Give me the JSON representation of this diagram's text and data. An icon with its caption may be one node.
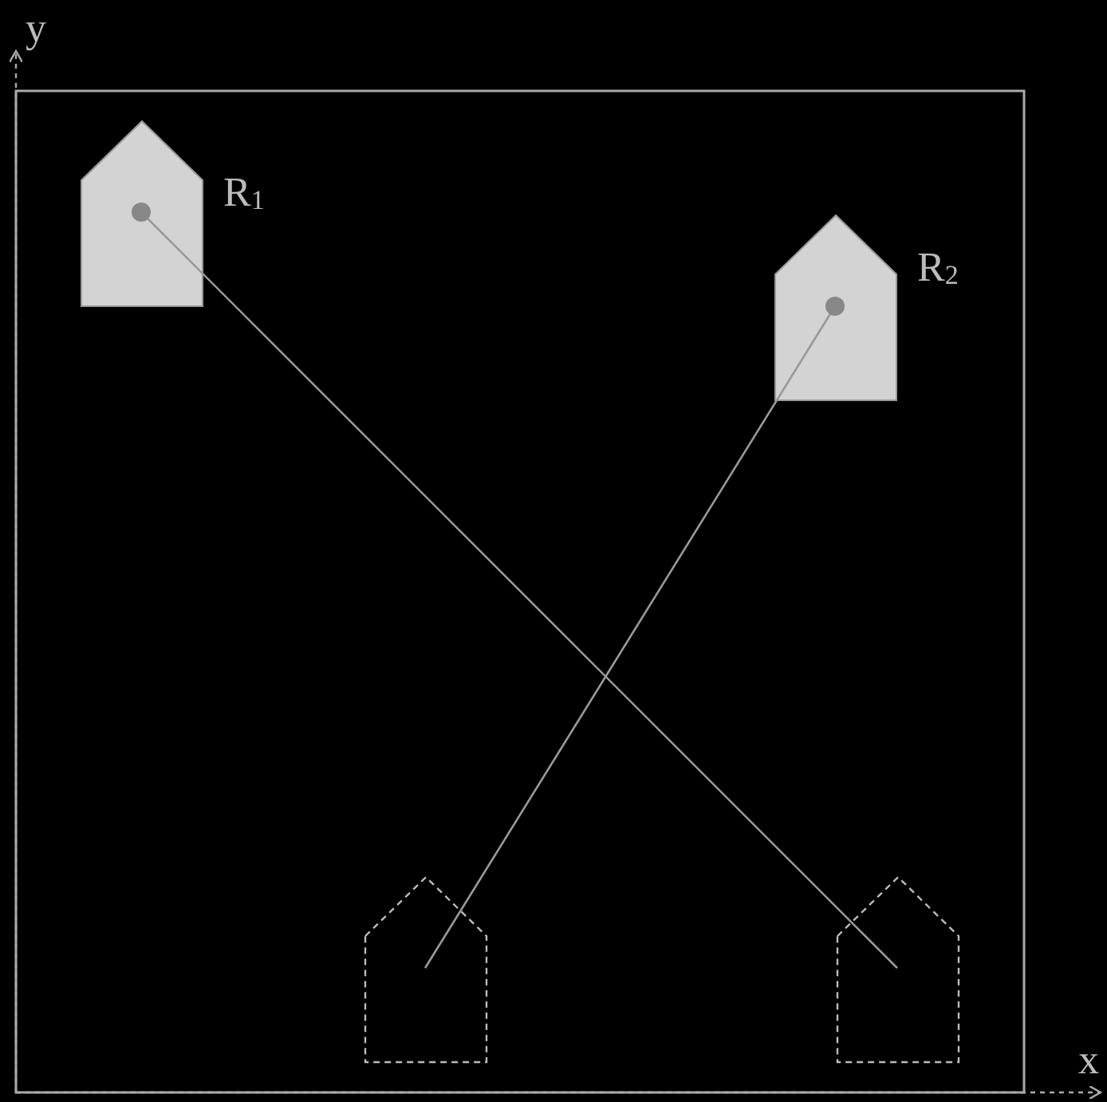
{
  "diagram": {
    "nodes": [
      {
        "text": [
          "R$_{1}$"
        ]
      },
      {
        "text": [
          "R$_{2}$"
        ]
      },
      {
        "text": [],
        "shape": "pentagon"
      },
      {
        "text": [],
        "shape": "pentagon"
      }
    ],
    "edges": [
      {
        "from": 0,
        "to": 3,
        "arrow": "none"
      },
      {
        "from": 1,
        "to": 2,
        "arrow": "none"
      }
    ],
    "labels": [
      "y",
      "x"
    ]
  }
}
